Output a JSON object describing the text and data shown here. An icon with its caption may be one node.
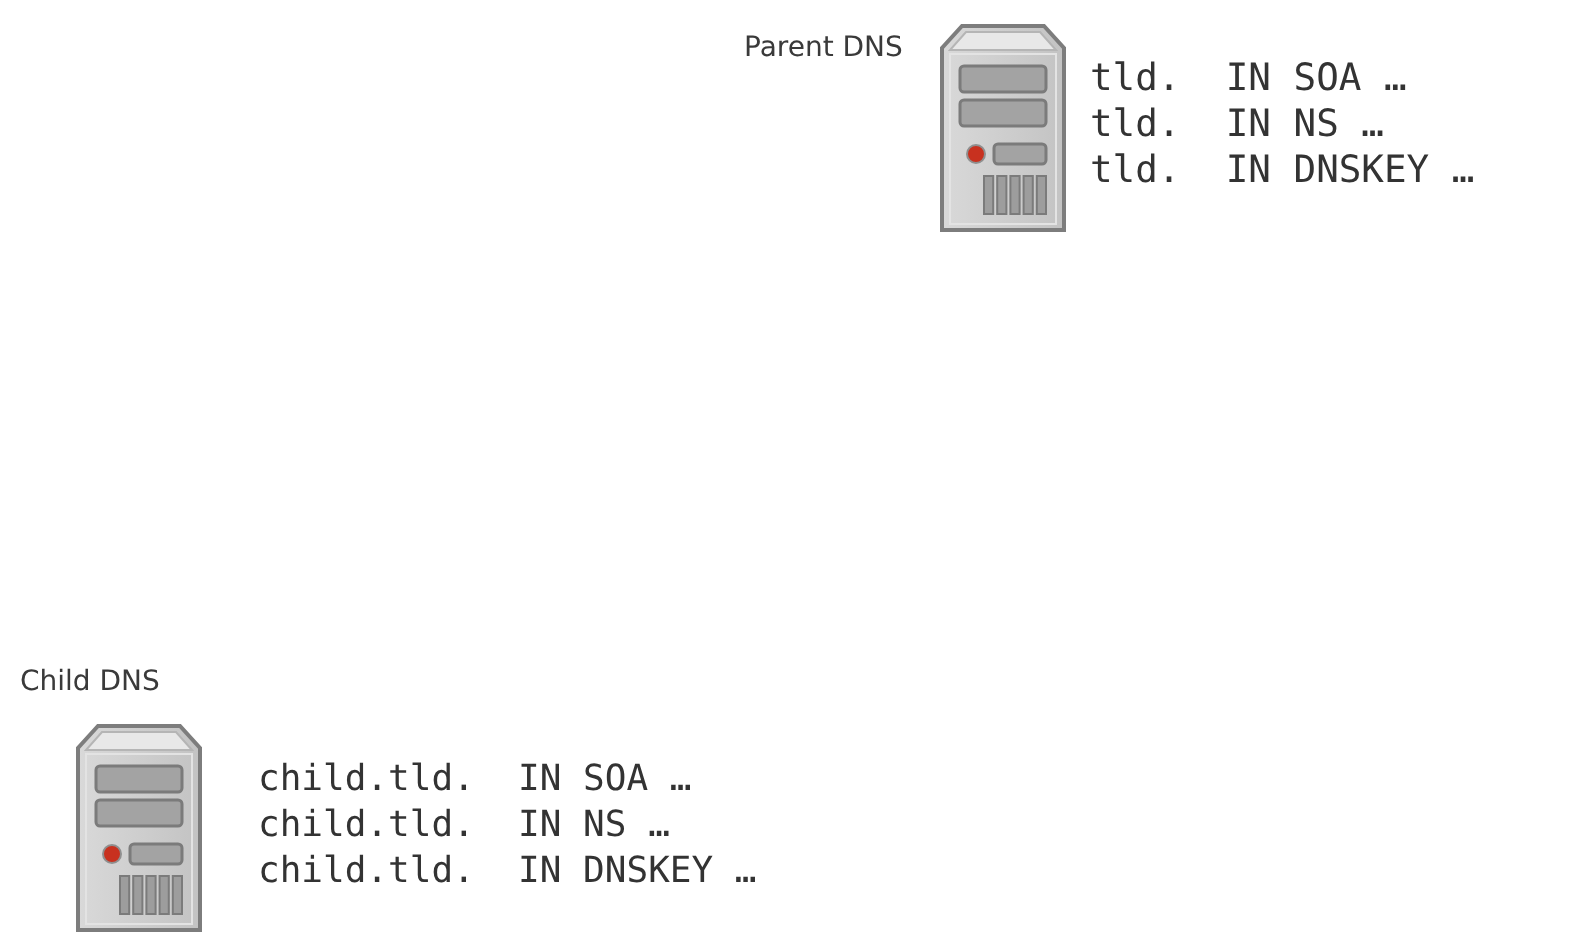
{
  "diagram": {
    "nodes": [
      {
        "text": [
          "Parent DNS"
        ],
        "beside": [
          "tld.  IN SOA …",
          "tld.  IN NS …",
          "tld.  IN DNSKEY …"
        ]
      },
      {
        "text": [
          "Child DNS"
        ],
        "beside": [
          "child.tld.  IN SOA …",
          "child.tld.  IN NS …",
          "child.tld.  IN DNSKEY …"
        ]
      }
    ]
  }
}
